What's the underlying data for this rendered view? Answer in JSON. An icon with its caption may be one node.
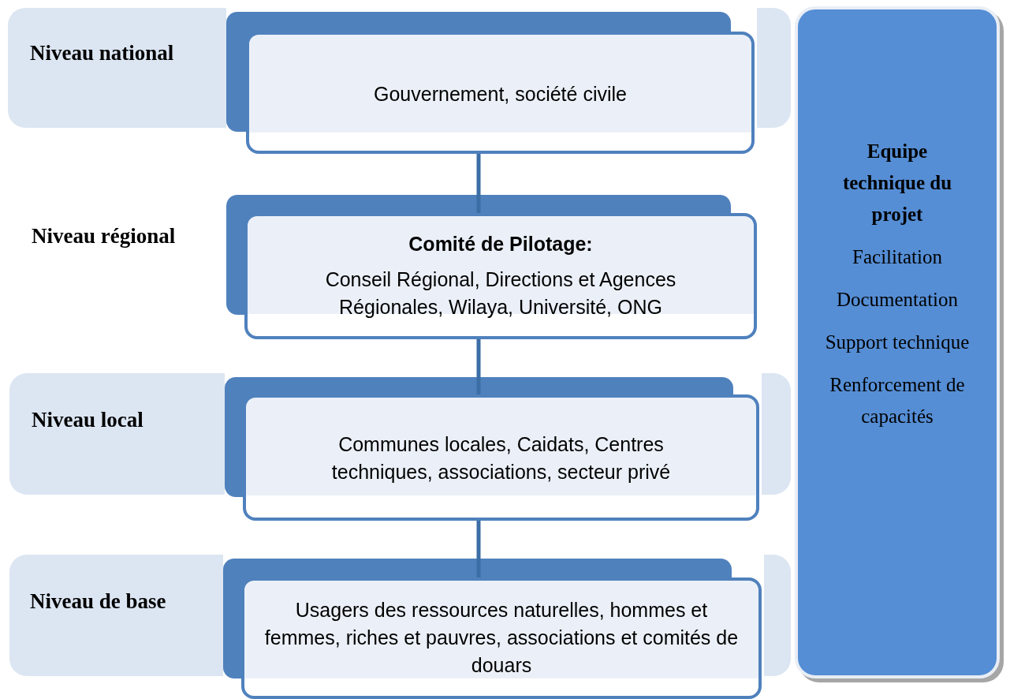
{
  "diagram": {
    "nodes": [
      {
        "text": [
          "Niveau national"
        ]
      },
      {
        "text": [
          "Gouvernement, société civile"
        ]
      },
      {
        "text": [
          "Comité de Pilotage:",
          "Conseil Régional, Directions et Agences Régionales, Wilaya,  Université, ONG"
        ]
      },
      {
        "text": [
          "Niveau local"
        ]
      },
      {
        "text": [
          "Communes locales, Caidats, Centres techniques, associations, secteur privé"
        ]
      },
      {
        "text": [
          "Niveau de base"
        ]
      },
      {
        "text": [
          "Usagers des ressources naturelles, hommes et femmes, riches et pauvres, associations et comités de douars"
        ]
      },
      {
        "text": [
          "Equipe technique du projet",
          "Facilitation",
          "Documentation",
          "Support technique",
          "Renforcement de capacités"
        ]
      }
    ],
    "edges": [
      {
        "from": 1,
        "to": 2,
        "arrow": "none"
      },
      {
        "from": 2,
        "to": 4,
        "arrow": "none"
      },
      {
        "from": 4,
        "to": 6,
        "arrow": "none"
      }
    ],
    "labels": [
      "Niveau régional"
    ]
  }
}
